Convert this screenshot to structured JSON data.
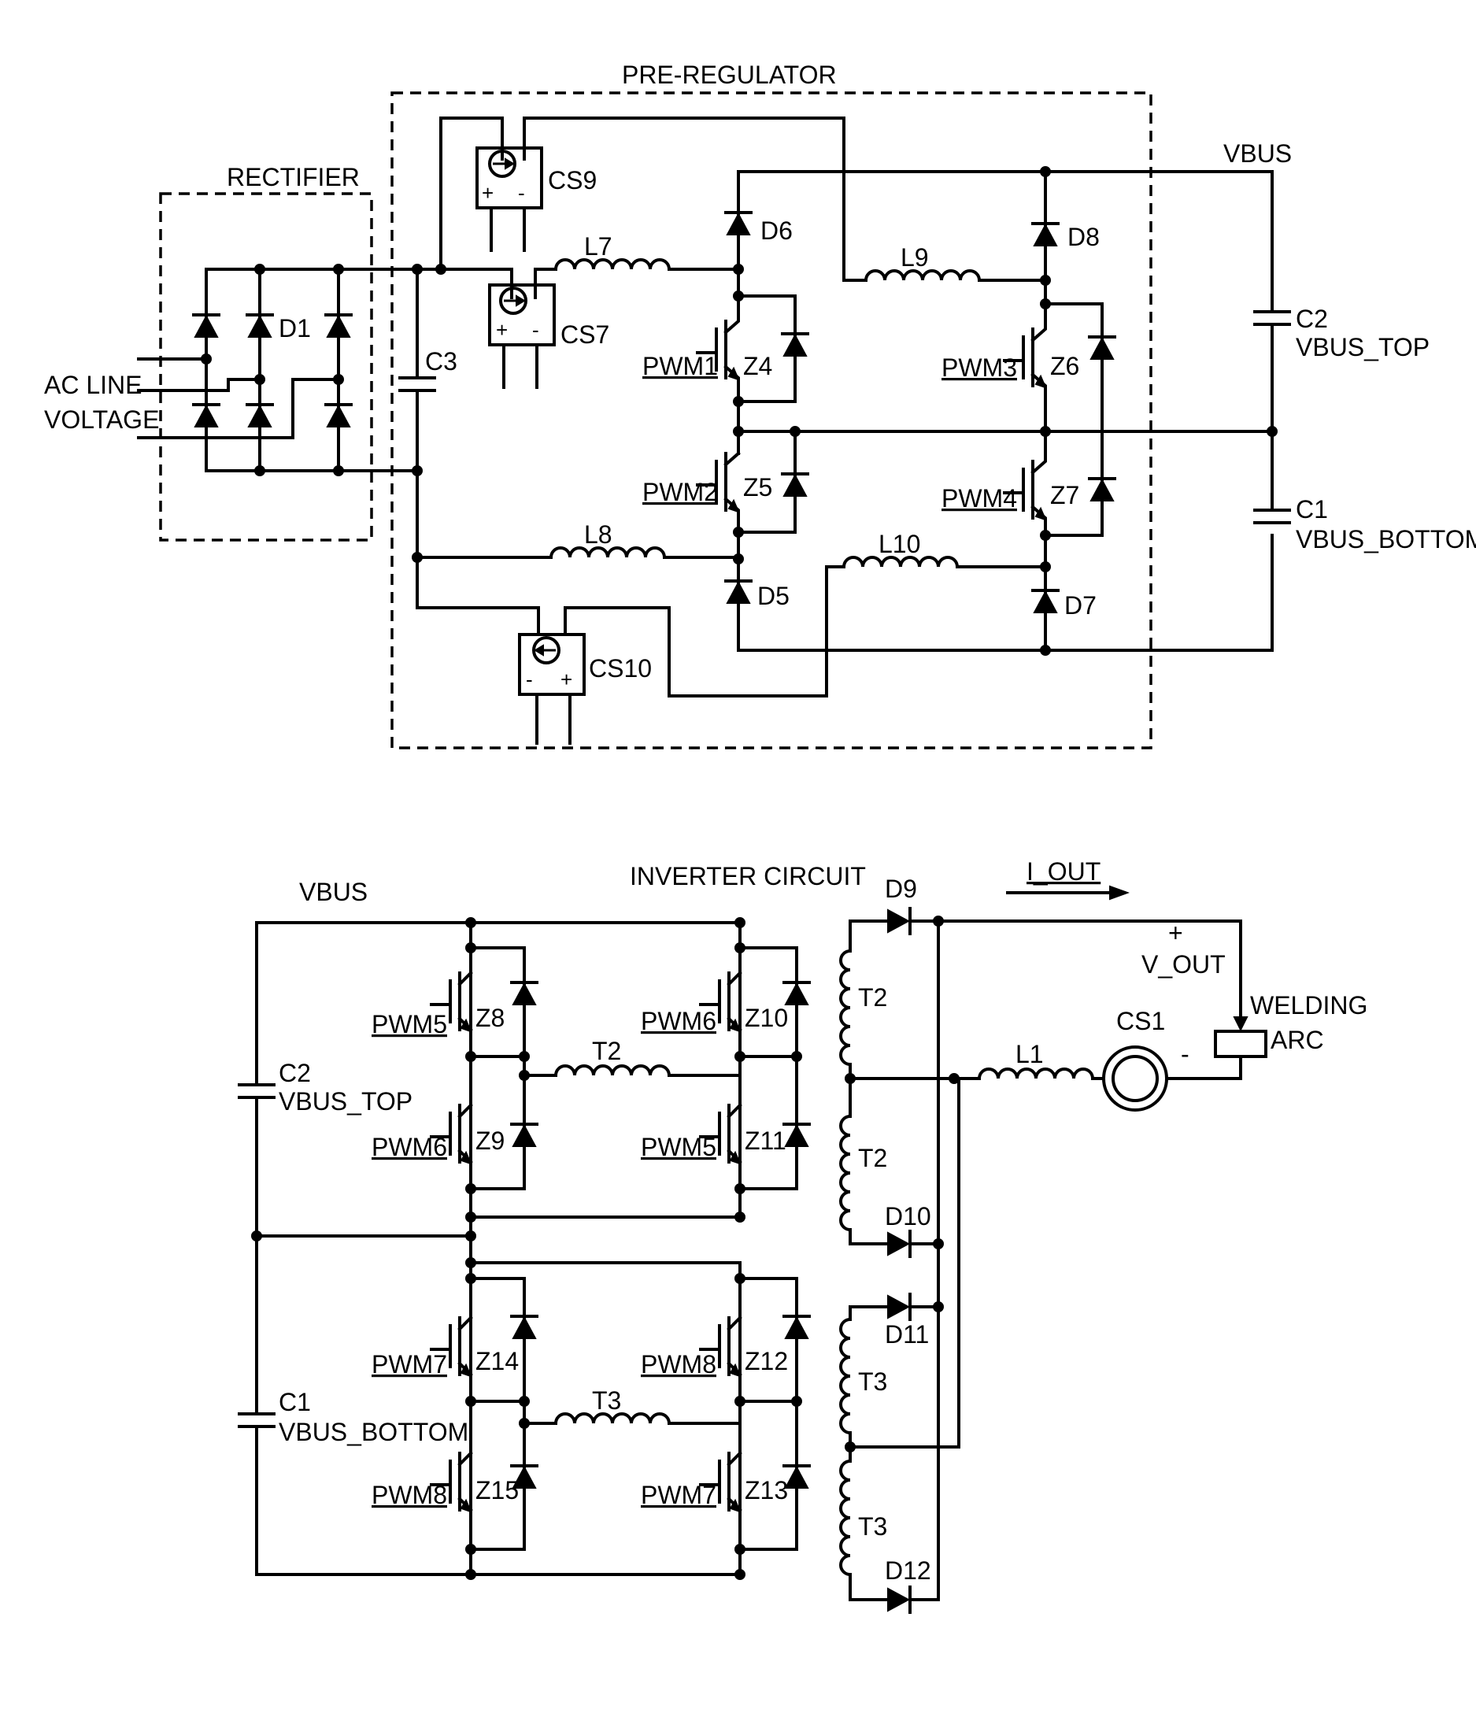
{
  "top": {
    "pre_regulator_label": "PRE-REGULATOR",
    "rectifier_label": "RECTIFIER",
    "vbus_label": "VBUS",
    "ac_line_1": "AC LINE",
    "ac_line_2": "VOLTAGE",
    "d1": "D1",
    "c3": "C3",
    "cs9": "CS9",
    "cs7": "CS7",
    "cs10": "CS10",
    "l7": "L7",
    "l8": "L8",
    "l9": "L9",
    "l10": "L10",
    "d5": "D5",
    "d6": "D6",
    "d7": "D7",
    "d8": "D8",
    "pwm1": "PWM1",
    "pwm2": "PWM2",
    "pwm3": "PWM3",
    "pwm4": "PWM4",
    "z4": "Z4",
    "z5": "Z5",
    "z6": "Z6",
    "z7": "Z7",
    "c2": "C2",
    "c2_sub": "VBUS_TOP",
    "c1": "C1",
    "c1_sub": "VBUS_BOTTOM",
    "plus": "+",
    "minus": "-"
  },
  "bottom": {
    "vbus_label": "VBUS",
    "inverter_label": "INVERTER CIRCUIT",
    "c2": "C2",
    "c2_sub": "VBUS_TOP",
    "c1": "C1",
    "c1_sub": "VBUS_BOTTOM",
    "pwm5a": "PWM5",
    "pwm6a": "PWM6",
    "pwm6b": "PWM6",
    "pwm5b": "PWM5",
    "pwm7a": "PWM7",
    "pwm8a": "PWM8",
    "pwm8b": "PWM8",
    "pwm7b": "PWM7",
    "z8": "Z8",
    "z9": "Z9",
    "z10": "Z10",
    "z11": "Z11",
    "z12": "Z12",
    "z13": "Z13",
    "z14": "Z14",
    "z15": "Z15",
    "t2_mid": "T2",
    "t3_mid": "T3",
    "t2_a": "T2",
    "t2_b": "T2",
    "t3_a": "T3",
    "t3_b": "T3",
    "d9": "D9",
    "d10": "D10",
    "d11": "D11",
    "d12": "D12",
    "i_out": "I_OUT",
    "v_out": "V_OUT",
    "plus": "+",
    "minus": "-",
    "l1": "L1",
    "cs1": "CS1",
    "welding_1": "WELDING",
    "welding_2": "ARC"
  }
}
